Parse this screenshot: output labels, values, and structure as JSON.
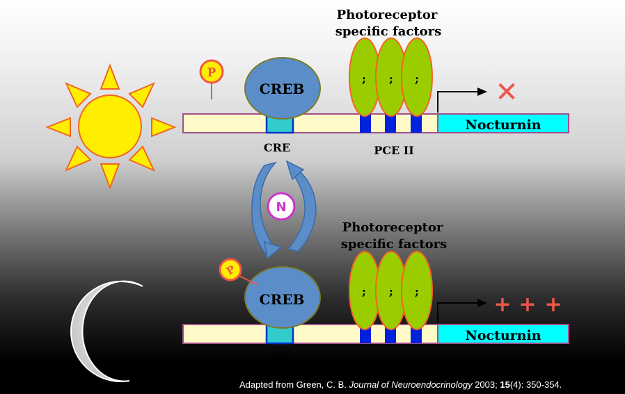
{
  "top_panel": {
    "factors_label_line1": "Photoreceptor",
    "factors_label_line2": "specific factors",
    "creb_label": "CREB",
    "cre_label": "CRE",
    "pce_label": "PCE II",
    "gene_label": "Nocturnin",
    "phosphate_label": "P",
    "factor_marks": [
      ";",
      ";",
      ";"
    ],
    "expression_symbol": "✕"
  },
  "bottom_panel": {
    "factors_label_line1": "Photoreceptor",
    "factors_label_line2": "specific factors",
    "creb_label": "CREB",
    "cre_label": "CRE",
    "pce_label": "PCE II",
    "gene_label": "Nocturnin",
    "phosphate_label": "P",
    "factor_marks": [
      ";",
      ";",
      ";"
    ],
    "expression_symbols": [
      "+",
      "+",
      "+"
    ]
  },
  "cycle": {
    "center_label": "N"
  },
  "citation": {
    "prefix": "Adapted from Green, C. B. ",
    "journal": "Journal of Neuroendocrinology",
    "year": " 2003; ",
    "volume": "15",
    "pages": "(4): 350-354."
  },
  "colors": {
    "sun": "#ffee00",
    "sun_stroke": "#f26522",
    "creb": "#5b8ec9",
    "factor": "#9acd00",
    "gene_box": "#00ffff",
    "dna": "#fffac8",
    "cross": "#ef5548",
    "plus": "#ef5548"
  }
}
